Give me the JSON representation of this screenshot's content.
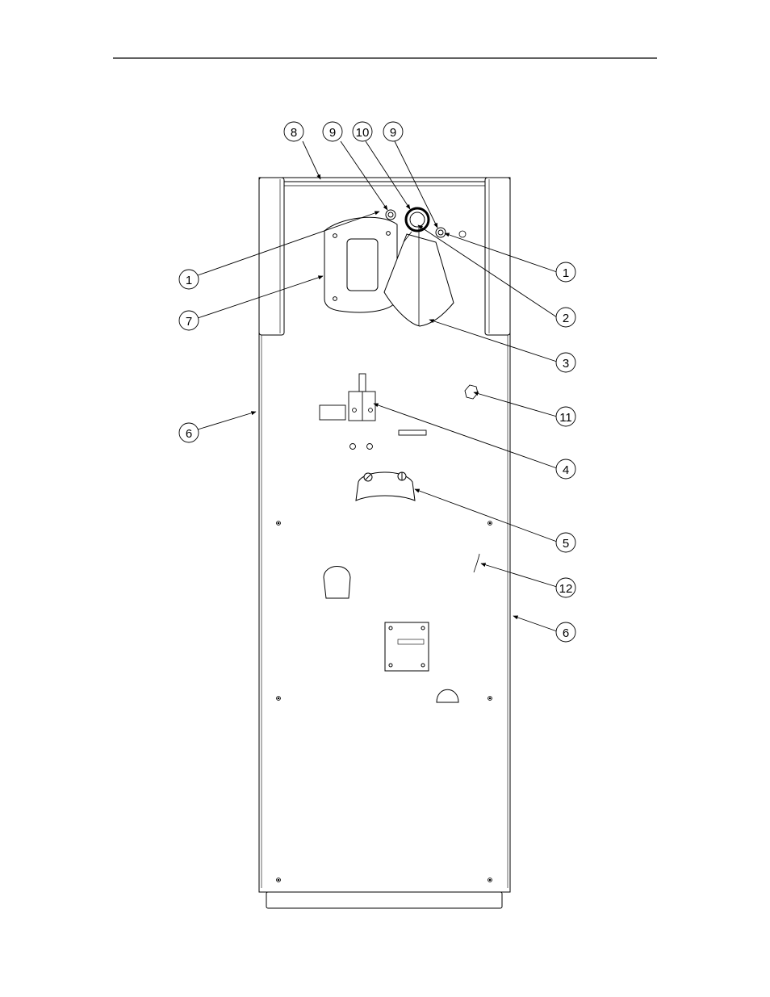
{
  "page": {
    "background": "#ffffff",
    "line_color": "#000000"
  },
  "callouts": [
    {
      "id": "c8",
      "label": "8"
    },
    {
      "id": "c9a",
      "label": "9"
    },
    {
      "id": "c10",
      "label": "10"
    },
    {
      "id": "c9b",
      "label": "9"
    },
    {
      "id": "c1r",
      "label": "1"
    },
    {
      "id": "c1l",
      "label": "1"
    },
    {
      "id": "c7",
      "label": "7"
    },
    {
      "id": "c2",
      "label": "2"
    },
    {
      "id": "c3",
      "label": "3"
    },
    {
      "id": "c11",
      "label": "11"
    },
    {
      "id": "c6l",
      "label": "6"
    },
    {
      "id": "c4",
      "label": "4"
    },
    {
      "id": "c5",
      "label": "5"
    },
    {
      "id": "c12",
      "label": "12"
    },
    {
      "id": "c6r",
      "label": "6"
    }
  ]
}
